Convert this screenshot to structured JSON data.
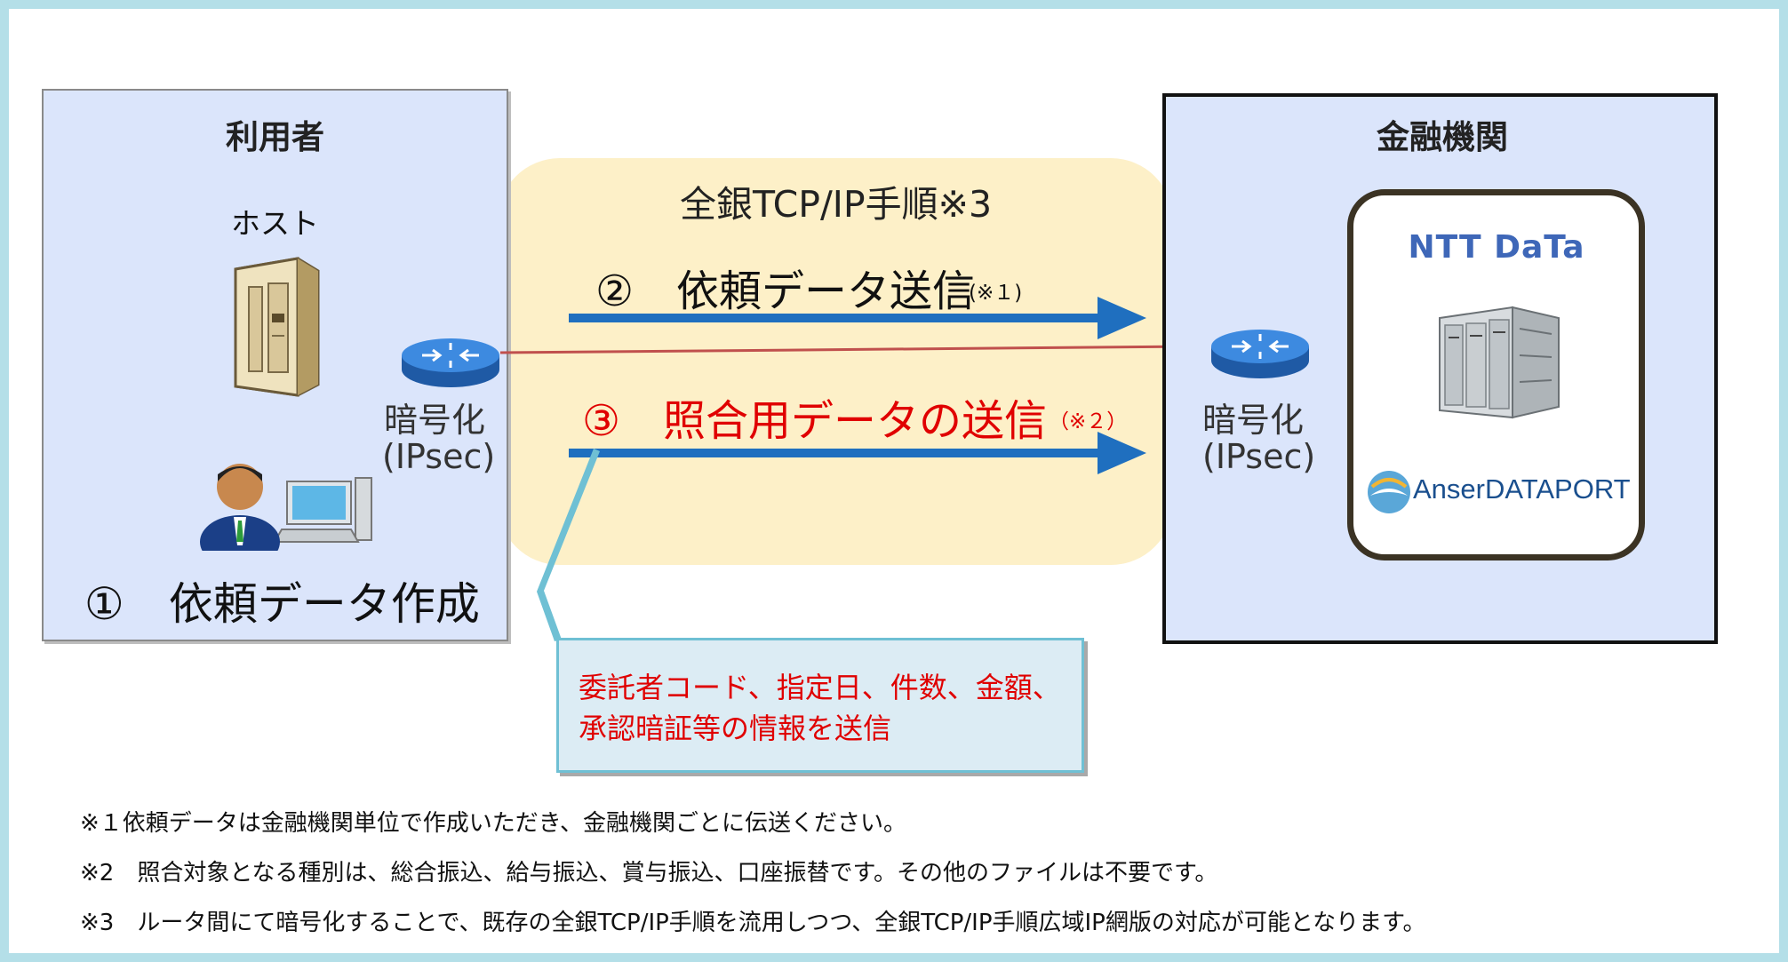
{
  "user": {
    "title": "利用者",
    "host_label": "ホスト",
    "router_label_line1": "暗号化",
    "router_label_line2": "(IPsec)",
    "step1": "①　依頼データ作成"
  },
  "bank": {
    "title": "金融機関",
    "router_label_line1": "暗号化",
    "router_label_line2": "(IPsec)",
    "logo_ntt": "NTT DaTa",
    "logo_anser": "AnserDATAPORT"
  },
  "protocol": {
    "title": "全銀TCP/IP手順※3",
    "step2_main": "②　依頼データ送信",
    "step2_note": "(※１)",
    "step3_main": "③　照合用データの送信",
    "step3_note": "（※２）"
  },
  "callout": {
    "line1": "委託者コード、指定日、件数、金額、",
    "line2": "承認暗証等の情報を送信"
  },
  "notes": [
    "※１依頼データは金融機関単位で作成いただき、金融機関ごとに伝送ください。",
    "※2　照合対象となる種別は、総合振込、給与振込、賞与振込、口座振替です。その他のファイルは不要です。",
    "※3　ルータ間にて暗号化することで、既存の全銀TCP/IP手順を流用しつつ、全銀TCP/IP手順広域IP網版の対応が可能となります。"
  ],
  "colors": {
    "frame": "#b4dfe8",
    "band": "#fdf0c8",
    "box_fill": "#dbe5fb",
    "arrow": "#1f6fbf",
    "red_text": "#e00000",
    "link_line": "#c0504d"
  }
}
